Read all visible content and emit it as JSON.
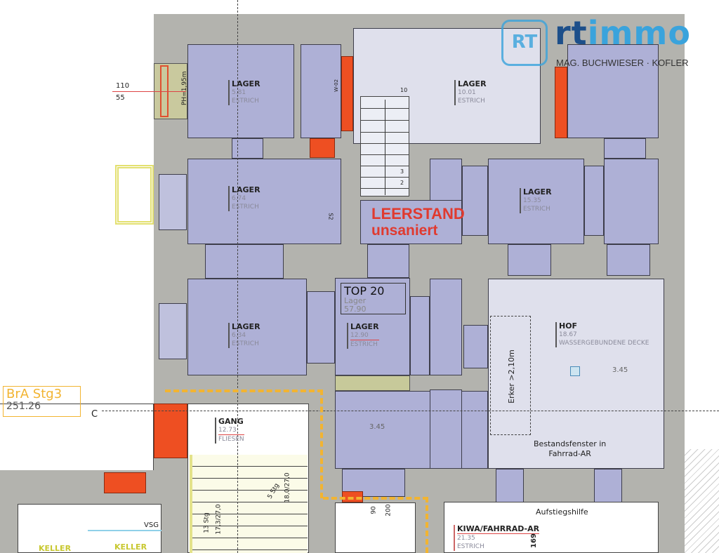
{
  "logo": {
    "brand_dark": "rt",
    "brand_light": "immo",
    "monogram": "RT",
    "tagline": "MAG. BUCHWIESER · KOFLER",
    "colors": {
      "dark": "#1d4f8a",
      "light": "#3aa3dc"
    }
  },
  "annotations": {
    "height_top": "110",
    "height_bottom": "55",
    "ph": "PH=1,95m",
    "stair_top": "10",
    "stair_3": "3",
    "stair_2": "2",
    "s2": "S2",
    "window_code": "W-02",
    "section_mark": "C",
    "level_1": "3.45",
    "level_2": "3.45",
    "door_w": "90",
    "door_h": "200",
    "dim_169": "169",
    "stair_5": "5 Stg",
    "stair_5_dim": "18,0/27,0",
    "stair_13": "13 Stg",
    "stair_13_dim": "17,3/27,0",
    "vsg": "VSG"
  },
  "status": {
    "line1": "LEERSTAND",
    "line2": "unsaniert",
    "color": "#e03a2f"
  },
  "unit": {
    "title": "TOP 20",
    "type": "Lager",
    "area": "57.90"
  },
  "bra": {
    "title": "BrA Stg3",
    "area": "251.26",
    "color": "#f2b431"
  },
  "rooms": [
    {
      "name": "LAGER",
      "area": "5.81",
      "floor": "ESTRICH"
    },
    {
      "name": "LAGER",
      "area": "10.01",
      "floor": "ESTRICH"
    },
    {
      "name": "LAGER",
      "area": "6.74",
      "floor": "ESTRICH"
    },
    {
      "name": "LAGER",
      "area": "15.35",
      "floor": "ESTRICH"
    },
    {
      "name": "LAGER",
      "area": "6.34",
      "floor": "ESTRICH"
    },
    {
      "name": "LAGER",
      "area": "12.90",
      "floor": "ESTRICH"
    },
    {
      "name": "HOF",
      "area": "18.67",
      "floor": "WASSERGEBUNDENE DECKE"
    },
    {
      "name": "GANG",
      "area": "12.73",
      "floor": "FLIESEN"
    },
    {
      "name": "KIWA/FAHRRAD-AR",
      "area": "21.35",
      "floor": "ESTRICH"
    }
  ],
  "notes": {
    "erker": "Erker >2,10m",
    "fenster_1": "Bestandsfenster in",
    "fenster_2": "Fahrrad-AR",
    "aufstieg": "Aufstiegshilfe",
    "keller_1": "KELLER",
    "keller_2": "KELLER"
  }
}
